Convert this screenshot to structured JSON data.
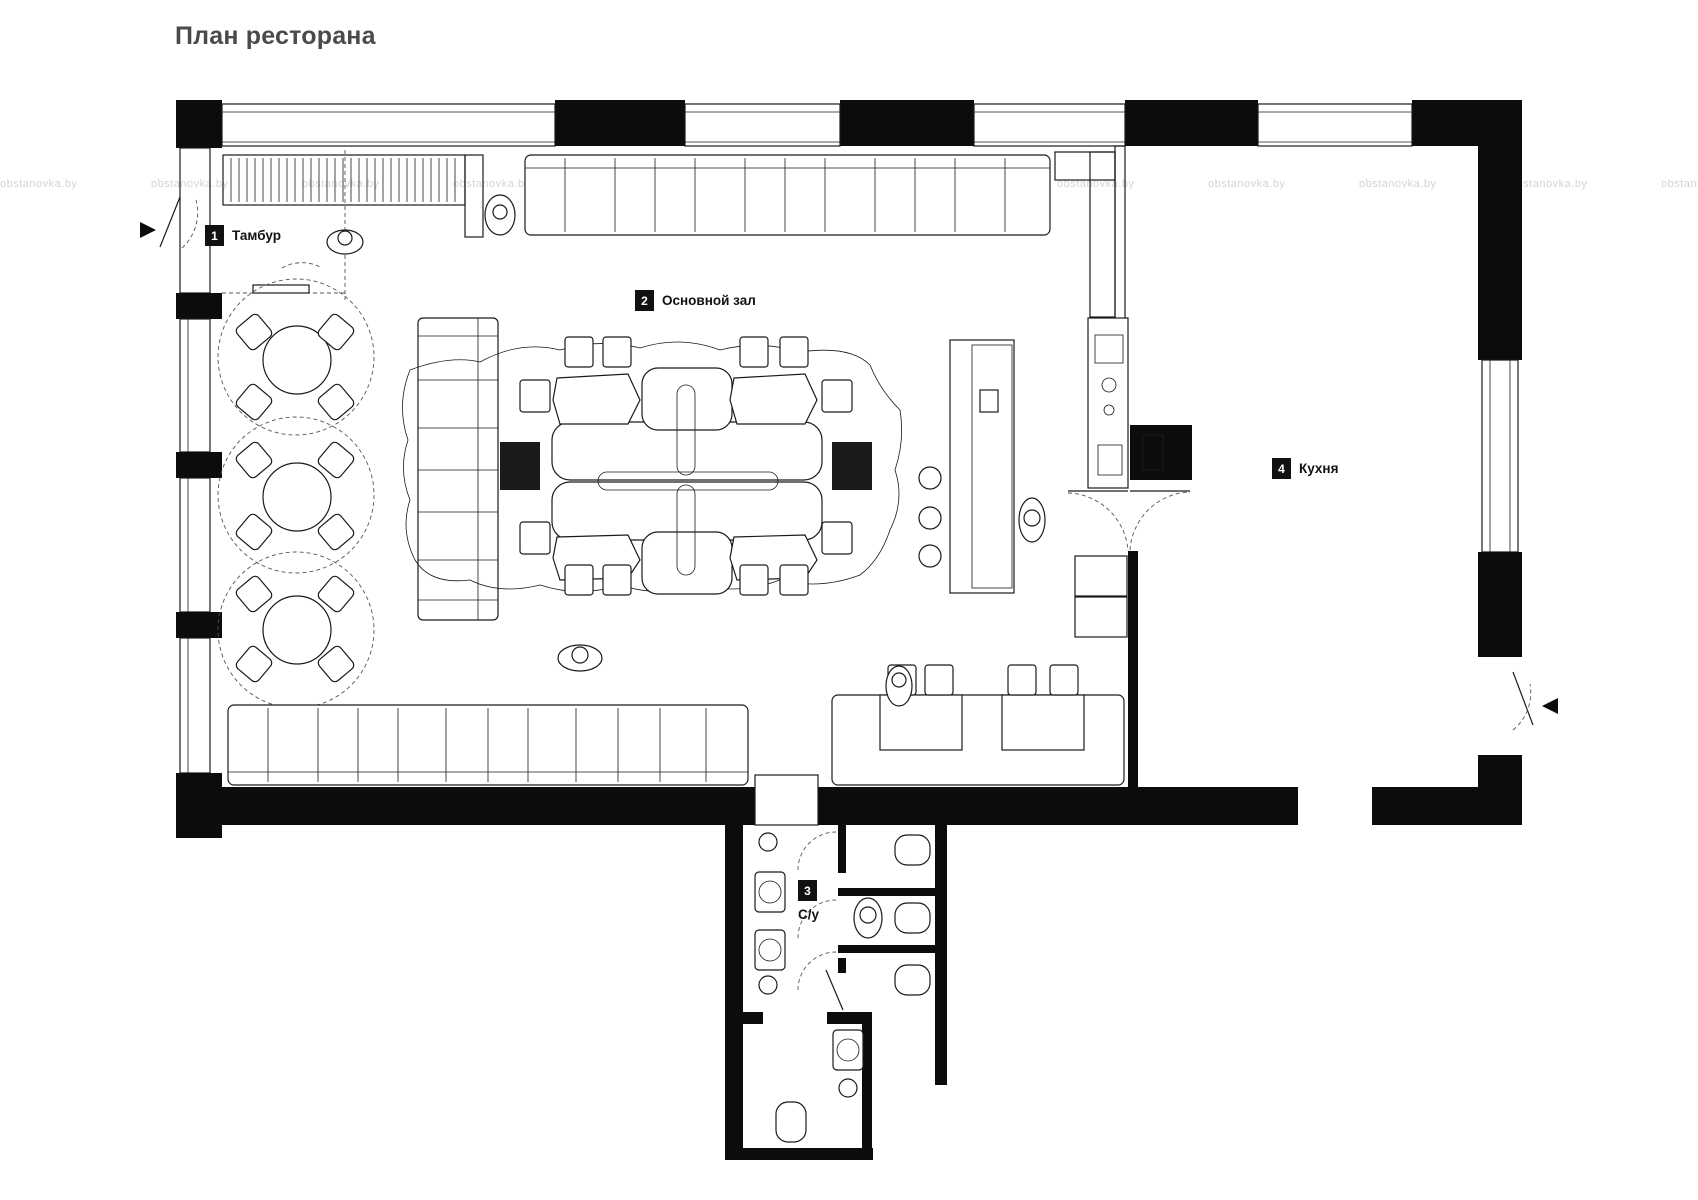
{
  "title": "План ресторана",
  "rooms": [
    {
      "number": "1",
      "label": "Тамбур"
    },
    {
      "number": "2",
      "label": "Основной зал"
    },
    {
      "number": "3",
      "label": "С/у"
    },
    {
      "number": "4",
      "label": "Кухня"
    }
  ],
  "watermark": "obstanovka.by",
  "colors": {
    "walls": "#0c0c0c",
    "lines": "#1a1a1a",
    "title": "#4a4a4a",
    "watermark": "#d4d4d4"
  },
  "icons": [
    "entrance-arrow-icon",
    "person-icon",
    "chair-icon",
    "sofa-icon",
    "toilet-icon",
    "sink-icon",
    "door-swing-icon",
    "stove-icon"
  ]
}
